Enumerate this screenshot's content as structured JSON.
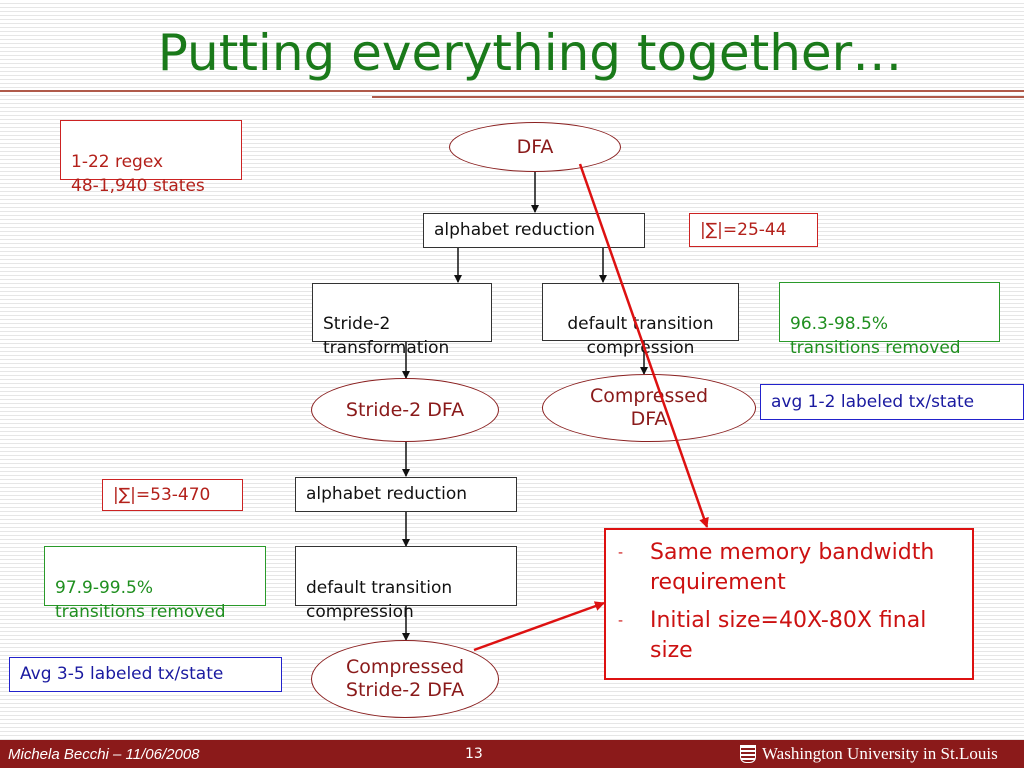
{
  "title": "Putting everything together…",
  "nodes": {
    "dfa": "DFA",
    "alpha_reduction_1": "alphabet reduction",
    "stride2_transformation": "Stride-2\ntransformation",
    "default_transition_compression_1": "default transition\ncompression",
    "stride2_dfa": "Stride-2 DFA",
    "compressed_dfa": "Compressed\nDFA",
    "alpha_reduction_2": "alphabet reduction",
    "default_transition_compression_2": "default transition\ncompression",
    "compressed_stride2_dfa": "Compressed\nStride-2 DFA"
  },
  "notes": {
    "regex_states": "1-22 regex\n48-1,940 states",
    "sigma_1": "|∑|=25-44",
    "transitions_removed_1": "96.3-98.5%\ntransitions removed",
    "labeled_tx_1": "avg 1-2 labeled tx/state",
    "sigma_2": "|∑|=53-470",
    "transitions_removed_2": "97.9-99.5%\ntransitions removed",
    "labeled_tx_2": "Avg 3-5 labeled tx/state"
  },
  "callout": {
    "items": [
      {
        "dash": "-",
        "text": "Same memory bandwidth requirement"
      },
      {
        "dash": "-",
        "text": "Initial size=40X-80X final size"
      }
    ]
  },
  "footer": {
    "author": "Michela Becchi –  11/06/2008",
    "page": "13",
    "logo": "Washington University in St.Louis"
  },
  "colors": {
    "title": "#1a7a1a",
    "footer": "#8b1a1a",
    "arrow": "#dd1111"
  }
}
